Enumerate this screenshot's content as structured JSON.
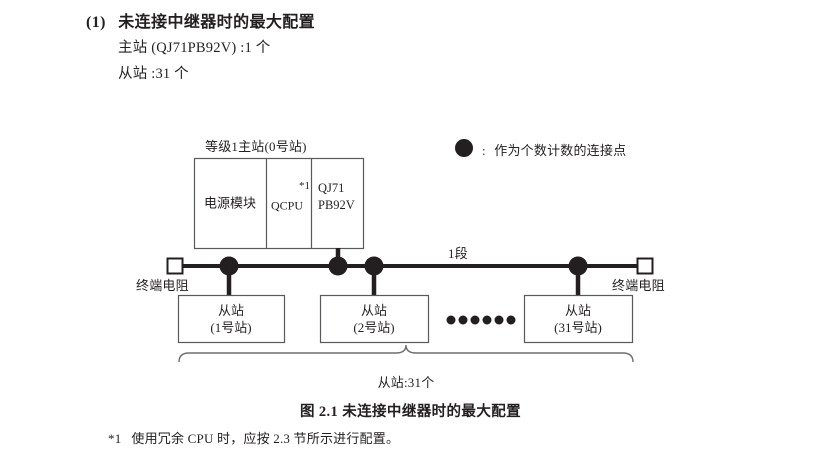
{
  "section": {
    "number": "(1)",
    "title": "未连接中继器时的最大配置",
    "lines": [
      "主站 (QJ71PB92V) :1 个",
      "从站 :31 个"
    ]
  },
  "legend": {
    "marker_icon": "filled-circle-icon",
    "separator": ":",
    "text": "作为个数计数的连接点"
  },
  "diagram": {
    "master_caption": "等级1主站(0号站)",
    "master_modules": [
      {
        "id": "power",
        "label": "电源模块"
      },
      {
        "id": "cpu",
        "label": "QCPU",
        "footnote_mark": "*1"
      },
      {
        "id": "pb92v",
        "label_line1": "QJ71",
        "label_line2": "PB92V"
      }
    ],
    "segment_label": "1段",
    "terminator_left": "终端电阻",
    "terminator_right": "终端电阻",
    "ellipsis_dots": 6,
    "slaves": [
      {
        "title": "从站",
        "station": "(1号站)"
      },
      {
        "title": "从站",
        "station": "(2号站)"
      },
      {
        "title": "从站",
        "station": "(31号站)"
      }
    ],
    "brace_label": "从站:31个",
    "colors": {
      "line": "#231f20",
      "box_border": "#58595b",
      "text": "#231f20",
      "brace": "#6d6e71",
      "background": "#ffffff"
    }
  },
  "figure": {
    "caption": "图 2.1  未连接中继器时的最大配置"
  },
  "footnote": {
    "mark": "*1",
    "text": "使用冗余 CPU 时，应按 2.3 节所示进行配置。"
  }
}
